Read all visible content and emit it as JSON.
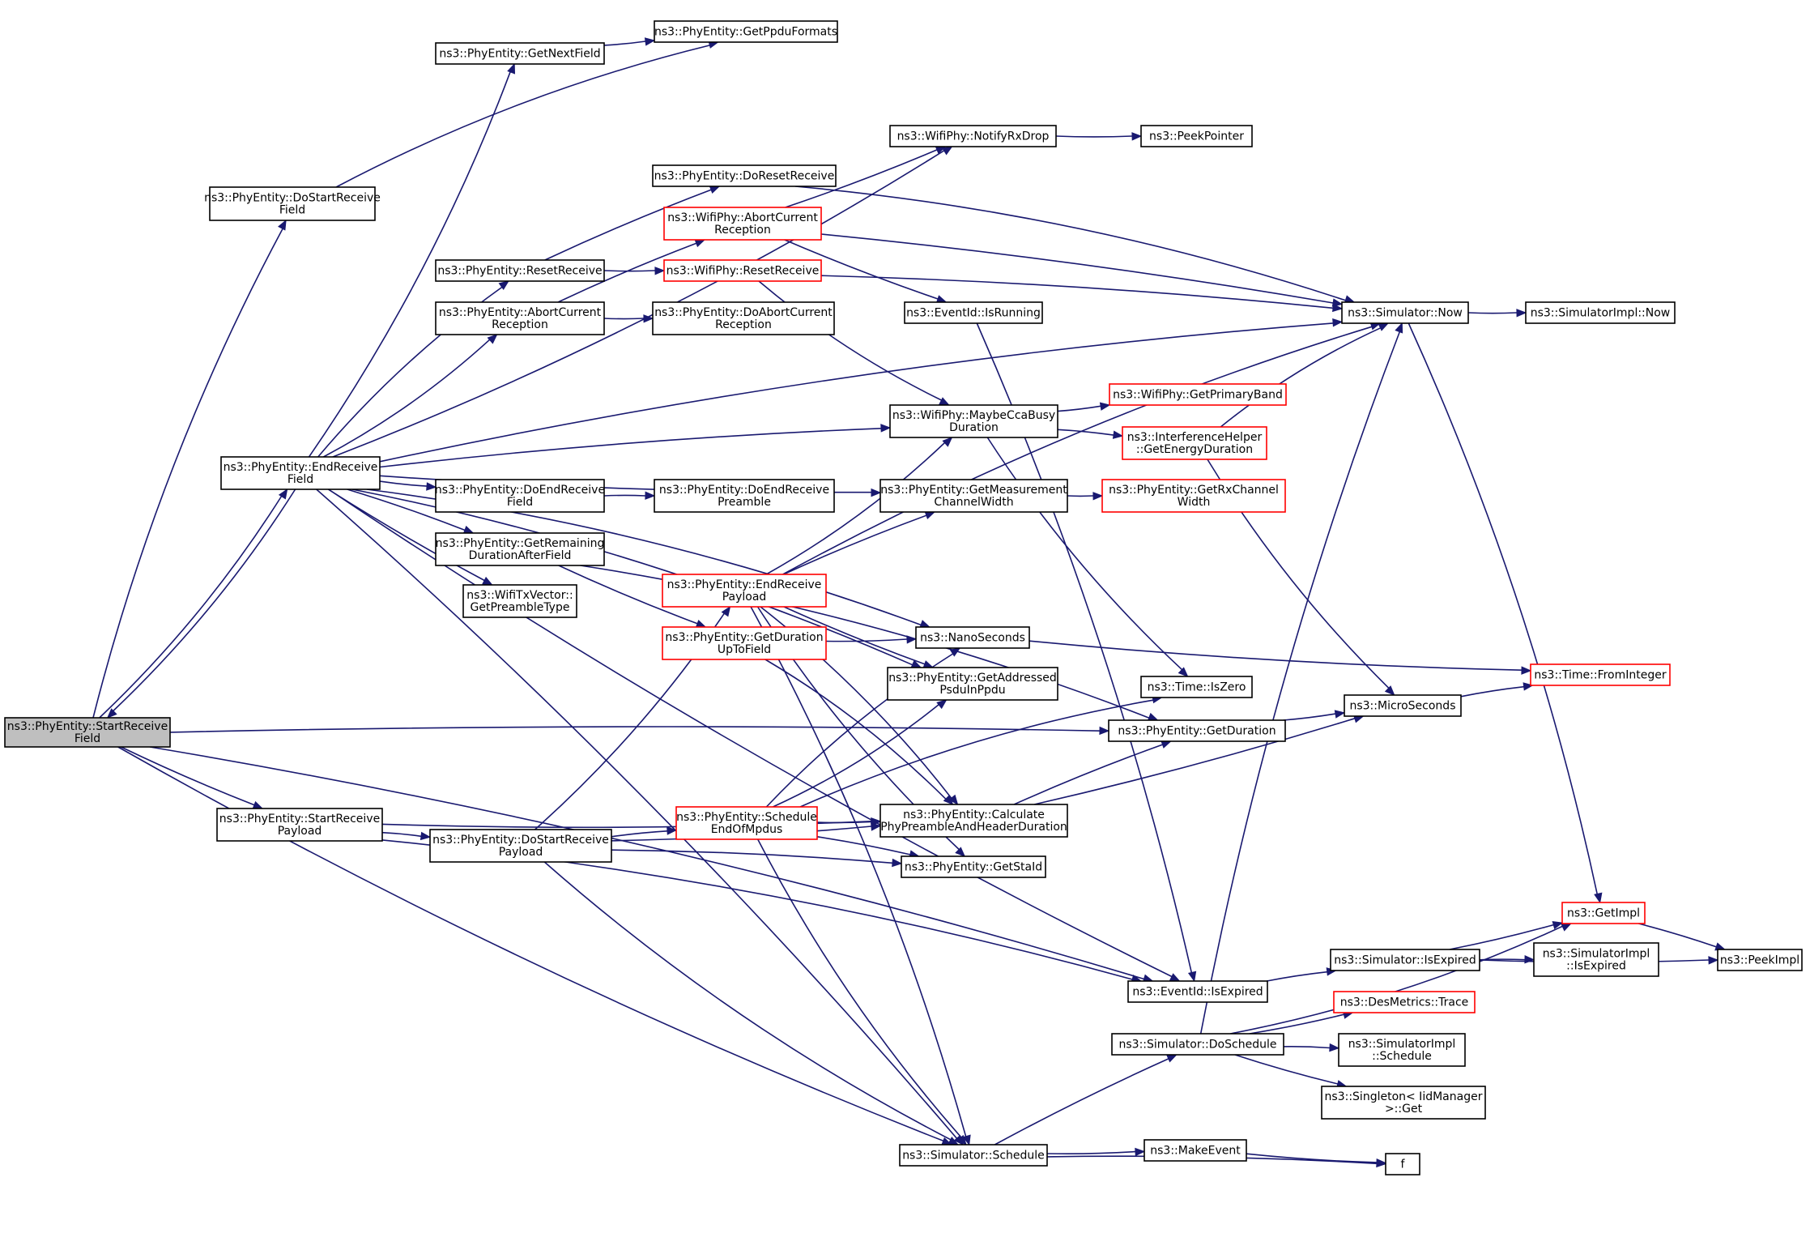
{
  "graph": {
    "edge_color": "#191970",
    "node_border_color": "#000000",
    "highlight_border_color": "#ff0000",
    "root_fill_color": "#bfbfbf",
    "nodes": [
      {
        "id": "root",
        "lines": [
          "ns3::PhyEntity::StartReceive",
          "Field"
        ],
        "style": "root"
      },
      {
        "id": "doStartRecvField",
        "lines": [
          "ns3::PhyEntity::DoStartReceive",
          "Field"
        ],
        "style": "normal"
      },
      {
        "id": "getNextField",
        "lines": [
          "ns3::PhyEntity::GetNextField"
        ],
        "style": "normal"
      },
      {
        "id": "getPpduFormats",
        "lines": [
          "ns3::PhyEntity::GetPpduFormats"
        ],
        "style": "normal"
      },
      {
        "id": "endRecvField",
        "lines": [
          "ns3::PhyEntity::EndReceive",
          "Field"
        ],
        "style": "normal"
      },
      {
        "id": "notifyRxDrop",
        "lines": [
          "ns3::WifiPhy::NotifyRxDrop"
        ],
        "style": "normal"
      },
      {
        "id": "peekPointer",
        "lines": [
          "ns3::PeekPointer"
        ],
        "style": "normal"
      },
      {
        "id": "doResetReceive",
        "lines": [
          "ns3::PhyEntity::DoResetReceive"
        ],
        "style": "normal"
      },
      {
        "id": "wpAbortCurrent",
        "lines": [
          "ns3::WifiPhy::AbortCurrent",
          "Reception"
        ],
        "style": "red"
      },
      {
        "id": "peResetReceive",
        "lines": [
          "ns3::PhyEntity::ResetReceive"
        ],
        "style": "normal"
      },
      {
        "id": "wpResetReceive",
        "lines": [
          "ns3::WifiPhy::ResetReceive"
        ],
        "style": "red"
      },
      {
        "id": "peAbortCurrent",
        "lines": [
          "ns3::PhyEntity::AbortCurrent",
          "Reception"
        ],
        "style": "normal"
      },
      {
        "id": "doAbortCurrent",
        "lines": [
          "ns3::PhyEntity::DoAbortCurrent",
          "Reception"
        ],
        "style": "normal"
      },
      {
        "id": "isRunning",
        "lines": [
          "ns3::EventId::IsRunning"
        ],
        "style": "normal"
      },
      {
        "id": "simNow",
        "lines": [
          "ns3::Simulator::Now"
        ],
        "style": "normal"
      },
      {
        "id": "simImplNow",
        "lines": [
          "ns3::SimulatorImpl::Now"
        ],
        "style": "normal"
      },
      {
        "id": "maybeCca",
        "lines": [
          "ns3::WifiPhy::MaybeCcaBusy",
          "Duration"
        ],
        "style": "normal"
      },
      {
        "id": "getPrimaryBand",
        "lines": [
          "ns3::WifiPhy::GetPrimaryBand"
        ],
        "style": "red"
      },
      {
        "id": "getEnergyDuration",
        "lines": [
          "ns3::InterferenceHelper",
          "::GetEnergyDuration"
        ],
        "style": "red"
      },
      {
        "id": "doEndRecvField",
        "lines": [
          "ns3::PhyEntity::DoEndReceive",
          "Field"
        ],
        "style": "normal"
      },
      {
        "id": "doEndRecvPreamble",
        "lines": [
          "ns3::PhyEntity::DoEndReceive",
          "Preamble"
        ],
        "style": "normal"
      },
      {
        "id": "getMeasurement",
        "lines": [
          "ns3::PhyEntity::GetMeasurement",
          "ChannelWidth"
        ],
        "style": "normal"
      },
      {
        "id": "getRxChannel",
        "lines": [
          "ns3::PhyEntity::GetRxChannel",
          "Width"
        ],
        "style": "red"
      },
      {
        "id": "getRemaining",
        "lines": [
          "ns3::PhyEntity::GetRemaining",
          "DurationAfterField"
        ],
        "style": "normal"
      },
      {
        "id": "getPreambleType",
        "lines": [
          "ns3::WifiTxVector::",
          "GetPreambleType"
        ],
        "style": "normal"
      },
      {
        "id": "endRecvPayload",
        "lines": [
          "ns3::PhyEntity::EndReceive",
          "Payload"
        ],
        "style": "red"
      },
      {
        "id": "getDurationUpTo",
        "lines": [
          "ns3::PhyEntity::GetDuration",
          "UpToField"
        ],
        "style": "red"
      },
      {
        "id": "nanoSeconds",
        "lines": [
          "ns3::NanoSeconds"
        ],
        "style": "normal"
      },
      {
        "id": "fromInteger",
        "lines": [
          "ns3::Time::FromInteger"
        ],
        "style": "red"
      },
      {
        "id": "getAddressed",
        "lines": [
          "ns3::PhyEntity::GetAddressed",
          "PsduInPpdu"
        ],
        "style": "normal"
      },
      {
        "id": "isZero",
        "lines": [
          "ns3::Time::IsZero"
        ],
        "style": "normal"
      },
      {
        "id": "microSeconds",
        "lines": [
          "ns3::MicroSeconds"
        ],
        "style": "normal"
      },
      {
        "id": "getDuration",
        "lines": [
          "ns3::PhyEntity::GetDuration"
        ],
        "style": "normal"
      },
      {
        "id": "startRecvPayload",
        "lines": [
          "ns3::PhyEntity::StartReceive",
          "Payload"
        ],
        "style": "normal"
      },
      {
        "id": "doStartRecvPayload",
        "lines": [
          "ns3::PhyEntity::DoStartReceive",
          "Payload"
        ],
        "style": "normal"
      },
      {
        "id": "scheduleEnd",
        "lines": [
          "ns3::PhyEntity::Schedule",
          "EndOfMpdus"
        ],
        "style": "red"
      },
      {
        "id": "calcPreamble",
        "lines": [
          "ns3::PhyEntity::Calculate",
          "PhyPreambleAndHeaderDuration"
        ],
        "style": "normal"
      },
      {
        "id": "getStaId",
        "lines": [
          "ns3::PhyEntity::GetStaId"
        ],
        "style": "normal"
      },
      {
        "id": "getImpl",
        "lines": [
          "ns3::GetImpl"
        ],
        "style": "red"
      },
      {
        "id": "peekImpl",
        "lines": [
          "ns3::PeekImpl"
        ],
        "style": "normal"
      },
      {
        "id": "simIsExpired",
        "lines": [
          "ns3::Simulator::IsExpired"
        ],
        "style": "normal"
      },
      {
        "id": "simImplIsExpired",
        "lines": [
          "ns3::SimulatorImpl",
          "::IsExpired"
        ],
        "style": "normal"
      },
      {
        "id": "eventIsExpired",
        "lines": [
          "ns3::EventId::IsExpired"
        ],
        "style": "normal"
      },
      {
        "id": "desTrace",
        "lines": [
          "ns3::DesMetrics::Trace"
        ],
        "style": "red"
      },
      {
        "id": "doSchedule",
        "lines": [
          "ns3::Simulator::DoSchedule"
        ],
        "style": "normal"
      },
      {
        "id": "simImplSchedule",
        "lines": [
          "ns3::SimulatorImpl",
          "::Schedule"
        ],
        "style": "normal"
      },
      {
        "id": "singletonGet",
        "lines": [
          "ns3::Singleton< IidManager",
          " >::Get"
        ],
        "style": "normal"
      },
      {
        "id": "simSchedule",
        "lines": [
          "ns3::Simulator::Schedule"
        ],
        "style": "normal"
      },
      {
        "id": "makeEvent",
        "lines": [
          "ns3::MakeEvent"
        ],
        "style": "normal"
      },
      {
        "id": "f",
        "lines": [
          "f"
        ],
        "style": "normal"
      }
    ],
    "edges": [
      [
        "root",
        "doStartRecvField"
      ],
      [
        "root",
        "endRecvField"
      ],
      [
        "root",
        "getDuration"
      ],
      [
        "root",
        "startRecvPayload"
      ],
      [
        "root",
        "eventIsExpired"
      ],
      [
        "root",
        "simSchedule"
      ],
      [
        "doStartRecvField",
        "getPpduFormats"
      ],
      [
        "getNextField",
        "getPpduFormats"
      ],
      [
        "endRecvField",
        "root"
      ],
      [
        "endRecvField",
        "getNextField"
      ],
      [
        "endRecvField",
        "simNow"
      ],
      [
        "endRecvField",
        "notifyRxDrop"
      ],
      [
        "endRecvField",
        "peResetReceive"
      ],
      [
        "endRecvField",
        "peAbortCurrent"
      ],
      [
        "endRecvField",
        "maybeCca"
      ],
      [
        "endRecvField",
        "getMeasurement"
      ],
      [
        "endRecvField",
        "nanoSeconds"
      ],
      [
        "endRecvField",
        "doEndRecvField"
      ],
      [
        "endRecvField",
        "getRemaining"
      ],
      [
        "endRecvField",
        "getPreambleType"
      ],
      [
        "endRecvField",
        "getAddressed"
      ],
      [
        "endRecvField",
        "eventIsExpired"
      ],
      [
        "endRecvField",
        "simSchedule"
      ],
      [
        "notifyRxDrop",
        "peekPointer"
      ],
      [
        "doResetReceive",
        "simNow"
      ],
      [
        "wpAbortCurrent",
        "notifyRxDrop"
      ],
      [
        "wpAbortCurrent",
        "simNow"
      ],
      [
        "wpAbortCurrent",
        "isRunning"
      ],
      [
        "peResetReceive",
        "doResetReceive"
      ],
      [
        "peResetReceive",
        "wpResetReceive"
      ],
      [
        "wpResetReceive",
        "simNow"
      ],
      [
        "wpResetReceive",
        "maybeCca"
      ],
      [
        "peAbortCurrent",
        "wpAbortCurrent"
      ],
      [
        "peAbortCurrent",
        "doAbortCurrent"
      ],
      [
        "isRunning",
        "eventIsExpired"
      ],
      [
        "simNow",
        "simImplNow"
      ],
      [
        "simNow",
        "getImpl"
      ],
      [
        "maybeCca",
        "getPrimaryBand"
      ],
      [
        "maybeCca",
        "getEnergyDuration"
      ],
      [
        "maybeCca",
        "isZero"
      ],
      [
        "getEnergyDuration",
        "simNow"
      ],
      [
        "getEnergyDuration",
        "microSeconds"
      ],
      [
        "doEndRecvField",
        "doEndRecvPreamble"
      ],
      [
        "getMeasurement",
        "getRxChannel"
      ],
      [
        "getRemaining",
        "getDuration"
      ],
      [
        "getRemaining",
        "getDurationUpTo"
      ],
      [
        "endRecvPayload",
        "simNow"
      ],
      [
        "endRecvPayload",
        "maybeCca"
      ],
      [
        "endRecvPayload",
        "getMeasurement"
      ],
      [
        "endRecvPayload",
        "getAddressed"
      ],
      [
        "endRecvPayload",
        "calcPreamble"
      ],
      [
        "endRecvPayload",
        "getStaId"
      ],
      [
        "endRecvPayload",
        "simSchedule"
      ],
      [
        "getDurationUpTo",
        "nanoSeconds"
      ],
      [
        "getDurationUpTo",
        "calcPreamble"
      ],
      [
        "nanoSeconds",
        "fromInteger"
      ],
      [
        "microSeconds",
        "fromInteger"
      ],
      [
        "getDuration",
        "microSeconds"
      ],
      [
        "startRecvPayload",
        "doStartRecvPayload"
      ],
      [
        "startRecvPayload",
        "calcPreamble"
      ],
      [
        "startRecvPayload",
        "eventIsExpired"
      ],
      [
        "doStartRecvPayload",
        "endRecvPayload"
      ],
      [
        "doStartRecvPayload",
        "scheduleEnd"
      ],
      [
        "doStartRecvPayload",
        "calcPreamble"
      ],
      [
        "doStartRecvPayload",
        "getStaId"
      ],
      [
        "doStartRecvPayload",
        "simSchedule"
      ],
      [
        "scheduleEnd",
        "nanoSeconds"
      ],
      [
        "scheduleEnd",
        "getAddressed"
      ],
      [
        "scheduleEnd",
        "isZero"
      ],
      [
        "scheduleEnd",
        "calcPreamble"
      ],
      [
        "scheduleEnd",
        "getStaId"
      ],
      [
        "scheduleEnd",
        "simSchedule"
      ],
      [
        "calcPreamble",
        "getDuration"
      ],
      [
        "calcPreamble",
        "microSeconds"
      ],
      [
        "getImpl",
        "peekImpl"
      ],
      [
        "simIsExpired",
        "getImpl"
      ],
      [
        "simIsExpired",
        "simImplIsExpired"
      ],
      [
        "simIsExpired",
        "peekImpl"
      ],
      [
        "eventIsExpired",
        "simIsExpired"
      ],
      [
        "doSchedule",
        "getImpl"
      ],
      [
        "doSchedule",
        "simNow"
      ],
      [
        "doSchedule",
        "desTrace"
      ],
      [
        "doSchedule",
        "simImplSchedule"
      ],
      [
        "doSchedule",
        "singletonGet"
      ],
      [
        "simSchedule",
        "doSchedule"
      ],
      [
        "simSchedule",
        "makeEvent"
      ],
      [
        "simSchedule",
        "f"
      ],
      [
        "makeEvent",
        "f"
      ]
    ]
  }
}
